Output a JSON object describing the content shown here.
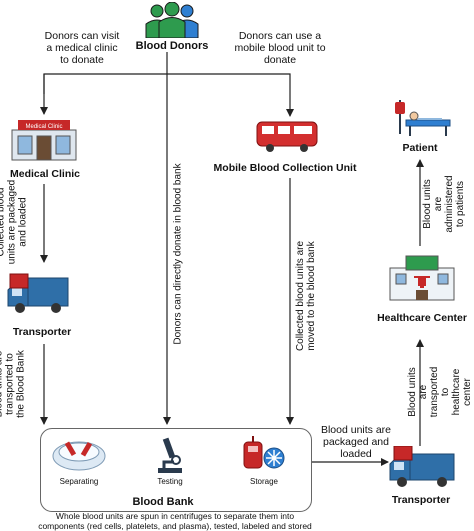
{
  "title": "Blood Donors",
  "notes": {
    "visit_clinic": "Donors can visit\na medical clinic\nto donate",
    "mobile_unit": "Donors can use a\nmobile blood unit to\ndonate",
    "direct": "Donors can directly donate in blood bank",
    "clinic_packaged": "Collected blood\nunits are packaged\nand loaded",
    "to_bank": "Blood units are\ntransported to\nthe Blood Bank",
    "mobile_moved": "Collected blood units are\nmoved to the blood bank",
    "bank_packaged": "Blood units are\npackaged and\nloaded",
    "to_healthcare": "Blood units are\ntransported\nto healthcare center",
    "administered": "Blood units are\nadministered\nto patients"
  },
  "nodes": {
    "clinic": "Medical Clinic",
    "clinic_sign": "Medical Clinic",
    "mobile": "Mobile Blood Collection Unit",
    "transporter_left": "Transporter",
    "transporter_right": "Transporter",
    "healthcare": "Healthcare Center",
    "patient": "Patient",
    "bank": "Blood Bank"
  },
  "steps": [
    "Separating",
    "Testing",
    "Storage"
  ],
  "caption": "Whole blood units are spun in centrifuges to separate them into\ncomponents (red cells, platelets, and plasma), tested, labeled and stored",
  "colors": {
    "accent_blue": "#2f6fa8",
    "donor_green": "#2e9b4e",
    "red": "#c62828"
  }
}
